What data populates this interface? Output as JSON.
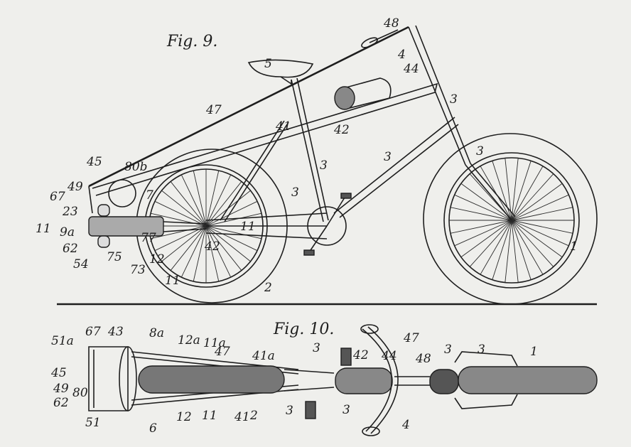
{
  "figures": [
    {
      "title": "Fig. 9.",
      "labels": [
        "48",
        "4",
        "44",
        "5",
        "3",
        "47",
        "41",
        "42",
        "3",
        "3",
        "3",
        "45",
        "80b",
        "49",
        "67",
        "23",
        "11",
        "9a",
        "62",
        "54",
        "7",
        "3",
        "11",
        "75",
        "77",
        "73",
        "12",
        "42",
        "11",
        "2",
        "1"
      ]
    },
    {
      "title": "Fig. 10.",
      "labels": [
        "51a",
        "67",
        "43",
        "8a",
        "12a",
        "11a",
        "47",
        "41a",
        "3",
        "42",
        "44",
        "47",
        "48",
        "3",
        "3",
        "1",
        "45",
        "49",
        "62",
        "80",
        "51",
        "6",
        "12",
        "11",
        "41",
        "2",
        "3",
        "3",
        "4"
      ]
    }
  ]
}
